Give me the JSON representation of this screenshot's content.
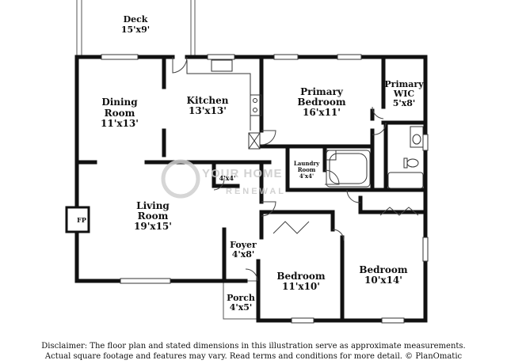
{
  "rooms": {
    "deck": {
      "name": "Deck",
      "dims": "15'x9'"
    },
    "dining": {
      "name_line1": "Dining",
      "name_line2": "Room",
      "dims": "11'x13'"
    },
    "kitchen": {
      "name": "Kitchen",
      "dims": "13'x13'"
    },
    "primary_bedroom": {
      "name_line1": "Primary",
      "name_line2": "Bedroom",
      "dims": "16'x11'"
    },
    "primary_wic": {
      "name_line1": "Primary",
      "name_line2": "WIC",
      "dims": "5'x8'"
    },
    "laundry": {
      "name_line1": "Laundry",
      "name_line2": "Room",
      "dims": "4'x4'"
    },
    "pantry": {
      "dims": "4'x4'"
    },
    "living": {
      "name_line1": "Living",
      "name_line2": "Room",
      "dims": "19'x15'"
    },
    "fireplace": {
      "label": "FP"
    },
    "foyer": {
      "name": "Foyer",
      "dims": "4'x8'"
    },
    "bedroom_1": {
      "name": "Bedroom",
      "dims": "11'x10'"
    },
    "bedroom_2": {
      "name": "Bedroom",
      "dims": "10'x14'"
    },
    "porch": {
      "name": "Porch",
      "dims": "4'x5'"
    }
  },
  "watermark": {
    "line1": "YOUR HOME",
    "line2": "RENEWAL"
  },
  "disclaimer": {
    "line1": "Disclaimer: The floor plan and stated dimensions in this illustration serve as approximate measurements.",
    "line2": "Actual square footage and features may vary. Read terms and conditions for more detail. © PlanOmatic"
  }
}
